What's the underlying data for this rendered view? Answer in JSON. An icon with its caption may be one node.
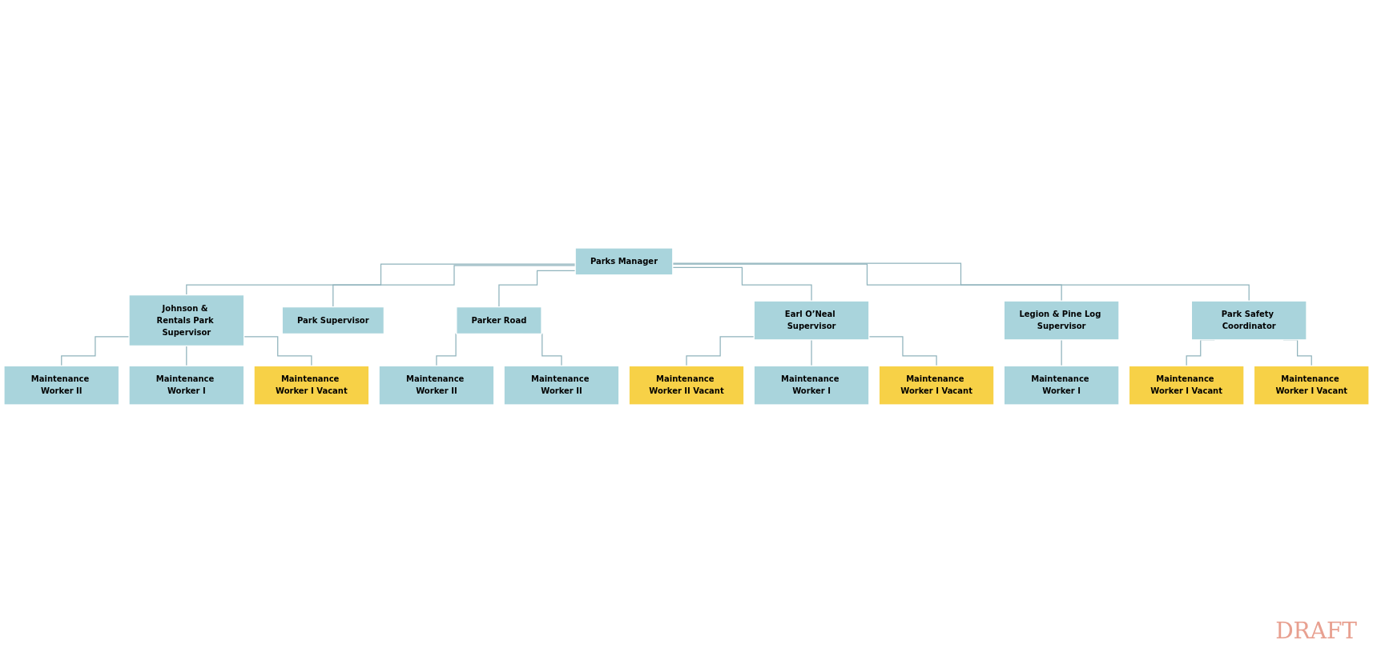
{
  "diagram": {
    "nodes": [
      {
        "text": [
          "Parks Manager"
        ]
      },
      {
        "text": [
          "Johnson & Rentals Park Supervisor"
        ]
      },
      {
        "text": [
          "Park Supervisor"
        ]
      },
      {
        "text": [
          "Parker Road"
        ]
      },
      {
        "text": [
          "Earl O’Neal Supervisor"
        ]
      },
      {
        "text": [
          "Legion & Pine Log Supervisor"
        ]
      },
      {
        "text": [
          "Park Safety Coordinator"
        ]
      },
      {
        "text": [
          "Maintenance Worker II"
        ]
      },
      {
        "text": [
          "Maintenance Worker I"
        ]
      },
      {
        "text": [
          "Maintenance Worker I Vacant"
        ]
      },
      {
        "text": [
          "Maintenance Worker II"
        ]
      },
      {
        "text": [
          "Maintenance Worker II"
        ]
      },
      {
        "text": [
          "Maintenance Worker II Vacant"
        ]
      },
      {
        "text": [
          "Maintenance Worker I"
        ]
      },
      {
        "text": [
          "Maintenance Worker I Vacant"
        ]
      },
      {
        "text": [
          "Maintenance Worker I"
        ]
      },
      {
        "text": [
          "Maintenance Worker I Vacant"
        ]
      },
      {
        "text": [
          "Maintenance Worker I Vacant"
        ]
      }
    ],
    "edges": [
      {
        "from": 0,
        "to": 1,
        "arrow": "none"
      },
      {
        "from": 0,
        "to": 2,
        "arrow": "none"
      },
      {
        "from": 0,
        "to": 3,
        "arrow": "none"
      },
      {
        "from": 0,
        "to": 4,
        "arrow": "none"
      },
      {
        "from": 0,
        "to": 5,
        "arrow": "none"
      },
      {
        "from": 0,
        "to": 6,
        "arrow": "none"
      },
      {
        "from": 1,
        "to": 7,
        "arrow": "none"
      },
      {
        "from": 1,
        "to": 8,
        "arrow": "none"
      },
      {
        "from": 1,
        "to": 9,
        "arrow": "none"
      },
      {
        "from": 3,
        "to": 10,
        "arrow": "none"
      },
      {
        "from": 3,
        "to": 11,
        "arrow": "none"
      },
      {
        "from": 4,
        "to": 12,
        "arrow": "none"
      },
      {
        "from": 4,
        "to": 13,
        "arrow": "none"
      },
      {
        "from": 4,
        "to": 14,
        "arrow": "none"
      },
      {
        "from": 5,
        "to": 15,
        "arrow": "none"
      },
      {
        "from": 6,
        "to": 16,
        "arrow": "none"
      },
      {
        "from": 6,
        "to": 17,
        "arrow": "none"
      }
    ],
    "labels": [
      "DRAFT"
    ]
  }
}
